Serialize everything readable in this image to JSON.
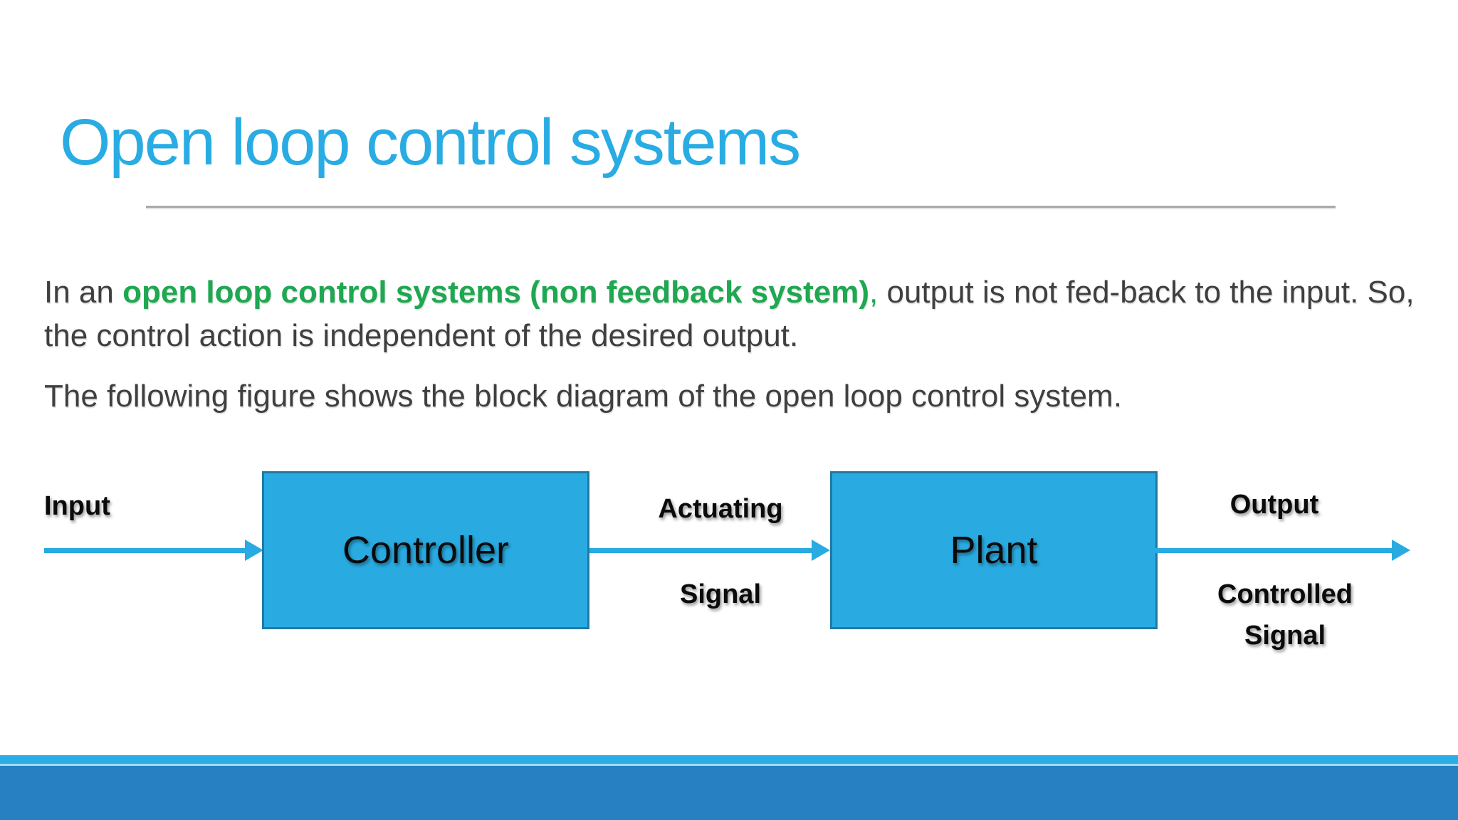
{
  "slide": {
    "title": "Open loop control systems",
    "body": {
      "p1_before": "In an ",
      "p1_bold_green": "open loop control systems (non feedback system)",
      "p1_green_comma": ",",
      "p1_after": " output is not fed-back to the input. So, the control action is independent of the desired output.",
      "p2": "The following figure shows the block diagram of the open loop control system."
    },
    "diagram": {
      "input_label": "Input",
      "controller_box": "Controller",
      "actuating_line1": "Actuating",
      "actuating_line2": "Signal",
      "plant_box": "Plant",
      "output_label": "Output",
      "controlled_line1": "Controlled",
      "controlled_line2": "Signal"
    },
    "colors": {
      "title_blue": "#29ACE3",
      "highlight_green": "#1FA751",
      "body_gray": "#3F3F3F",
      "box_fill": "#29ABE2",
      "box_border": "#2179A3",
      "arrow_blue": "#29ABE2",
      "rule_gray": "#ABABAB",
      "footer_strip": "#2AACE4",
      "footer_bar": "#2780C1"
    }
  }
}
